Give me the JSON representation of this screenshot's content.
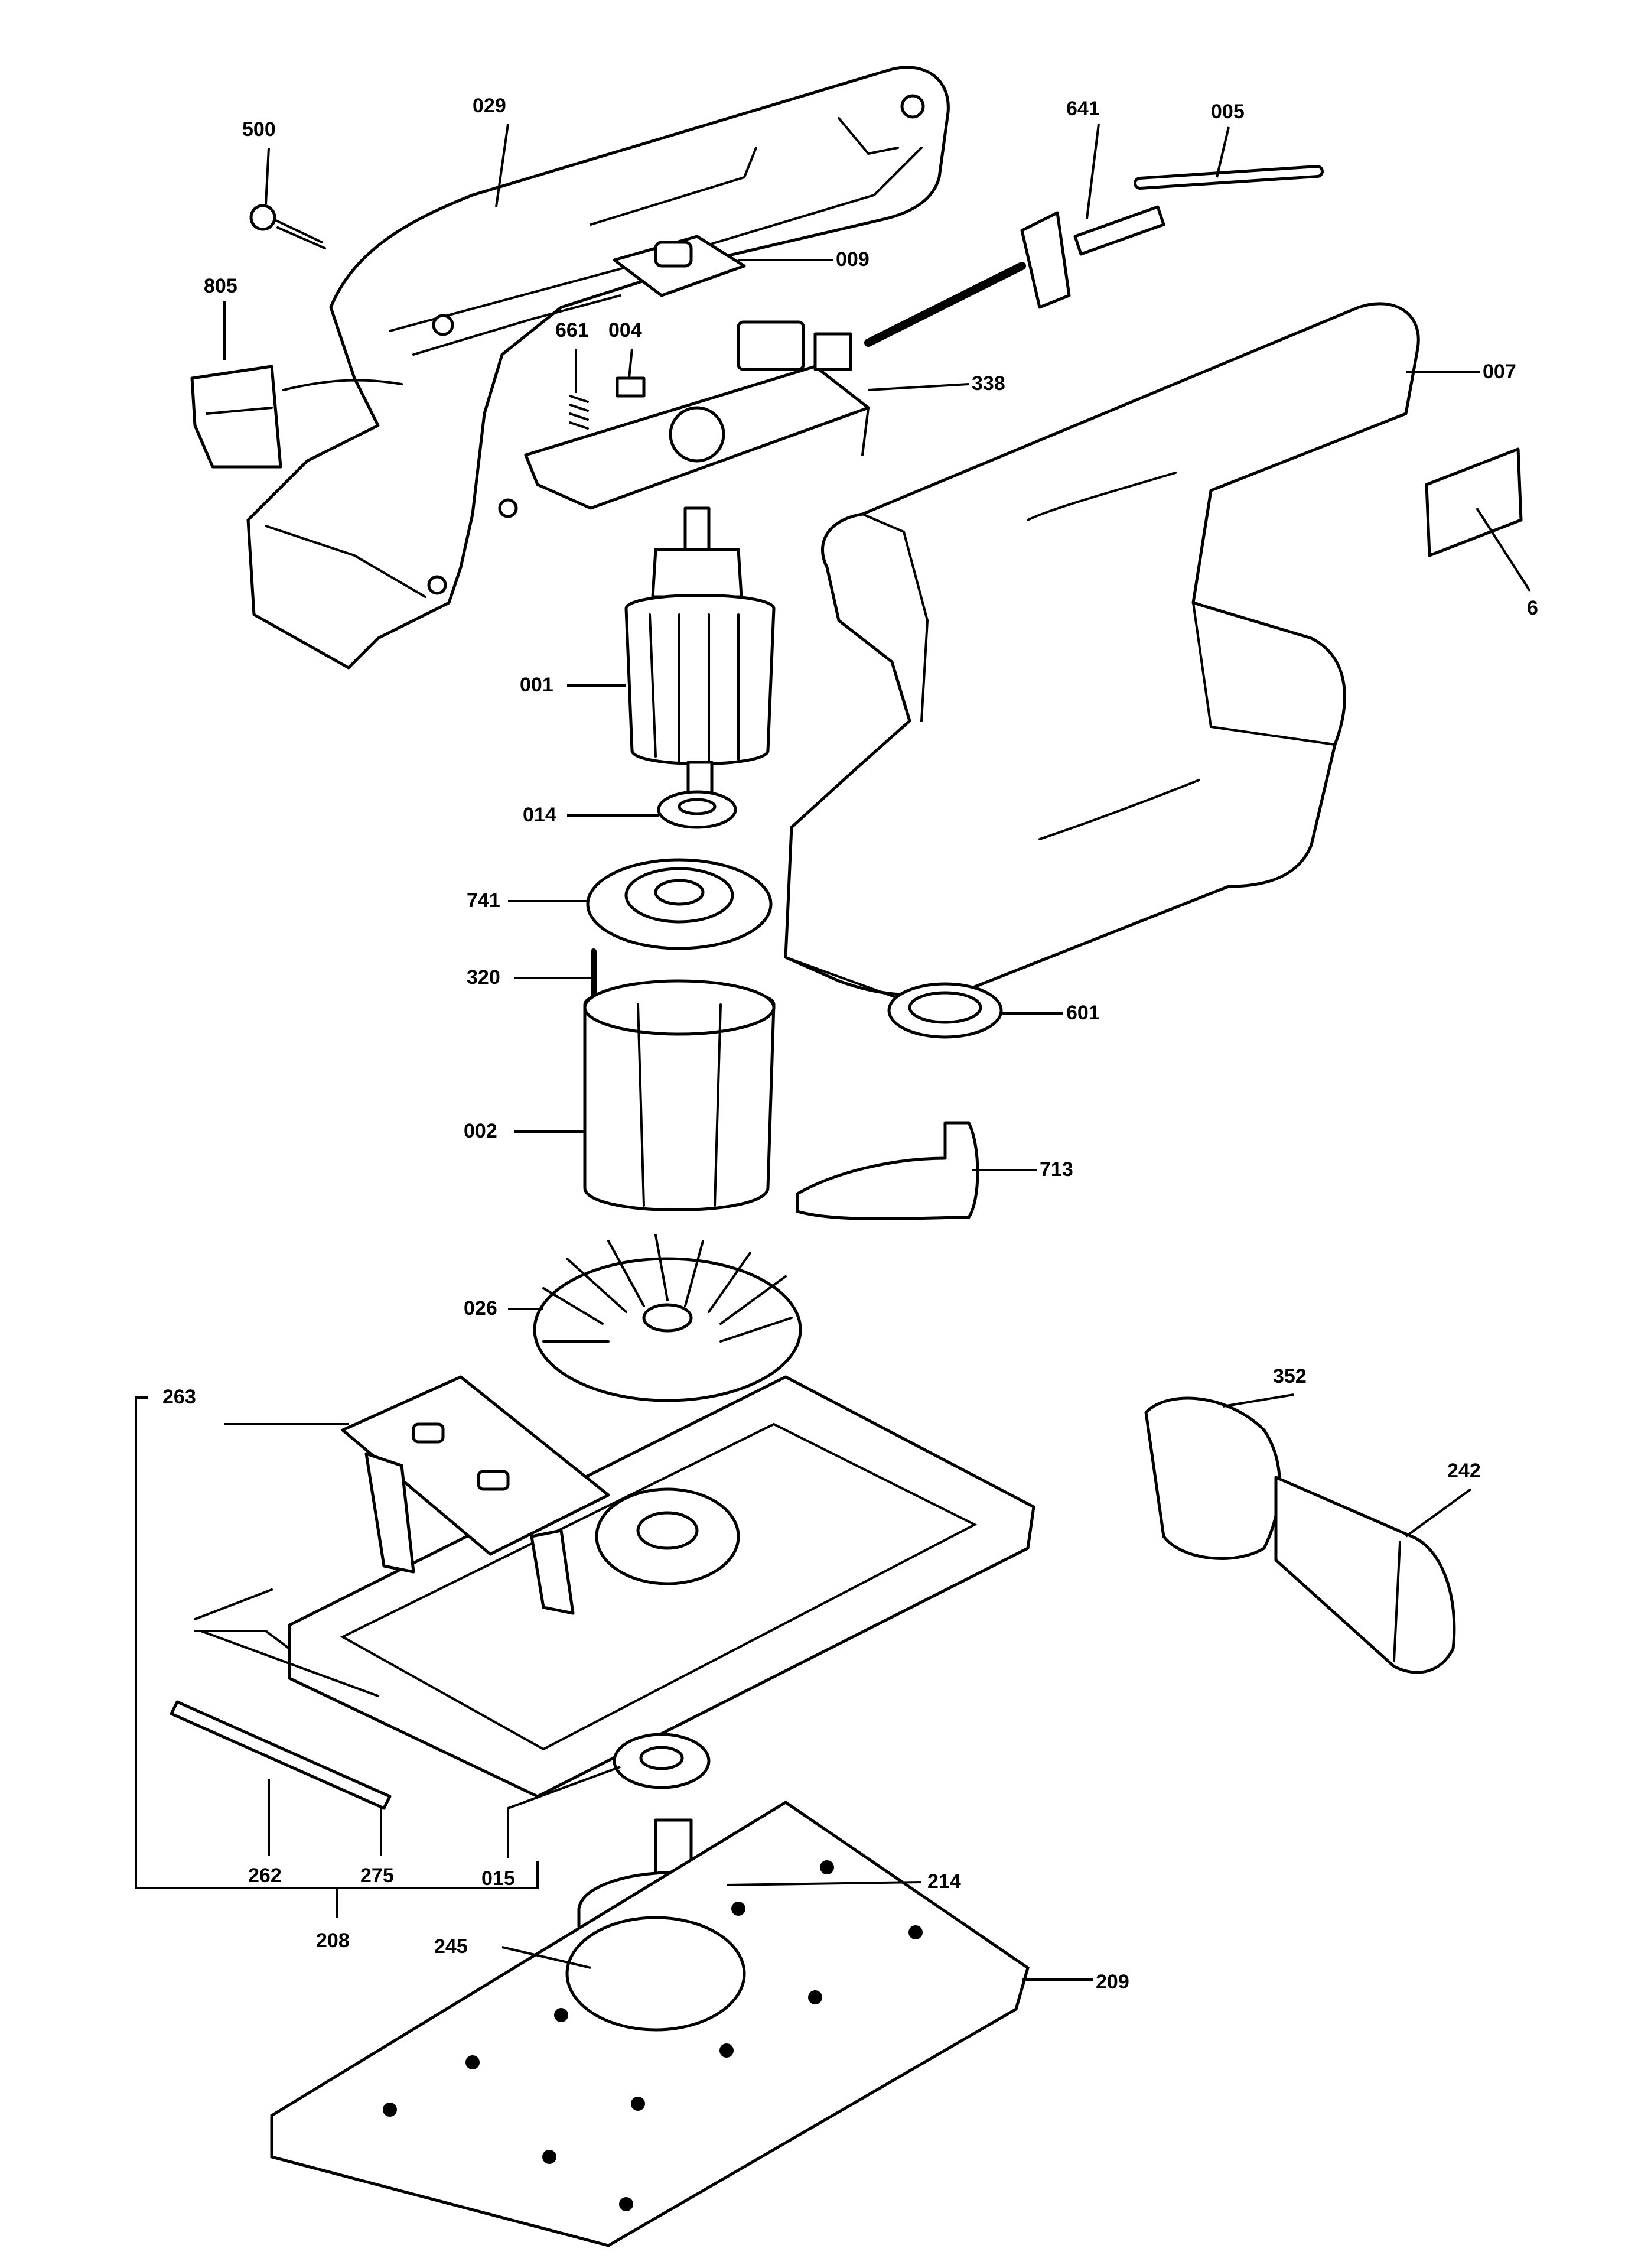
{
  "diagram": {
    "callouts": {
      "p029": "029",
      "p500": "500",
      "p641": "641",
      "p005": "005",
      "p009": "009",
      "p805": "805",
      "p661": "661",
      "p004": "004",
      "p338": "338",
      "p007": "007",
      "p6": "6",
      "p001": "001",
      "p014": "014",
      "p741": "741",
      "p320": "320",
      "p601": "601",
      "p002": "002",
      "p713": "713",
      "p026": "026",
      "p263": "263",
      "p352": "352",
      "p242": "242",
      "p262": "262",
      "p275": "275",
      "p015": "015",
      "p214": "214",
      "p208": "208",
      "p245": "245",
      "p209": "209"
    }
  }
}
